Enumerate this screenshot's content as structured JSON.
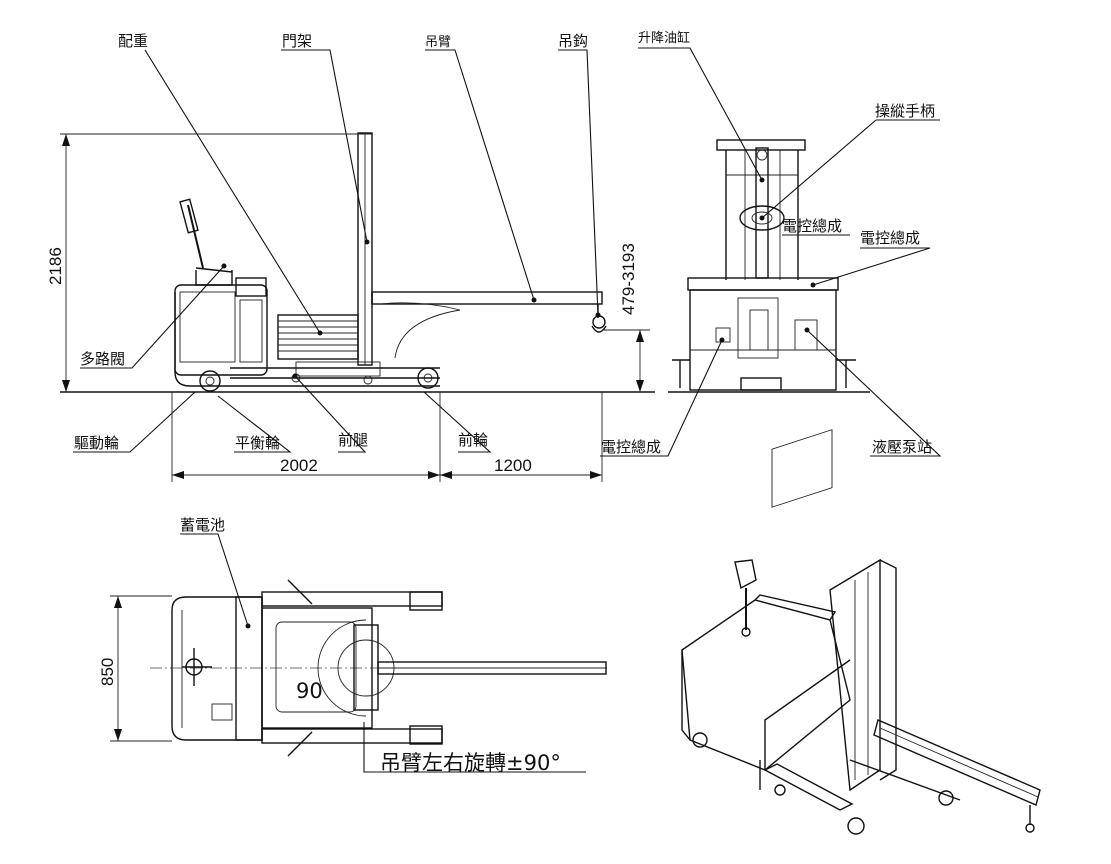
{
  "labels": {
    "counterweight": "配重",
    "mast": "門架",
    "boom": "吊臂",
    "hook": "吊鈎",
    "lift_cylinder": "升降油缸",
    "control_handle": "操縱手柄",
    "electric_control_1": "電控總成",
    "electric_control_2": "電控總成",
    "electric_control_3": "電控總成",
    "multi_valve": "多路閥",
    "drive_wheel": "驅動輪",
    "balance_wheel": "平衡輪",
    "front_leg": "前腿",
    "front_wheel": "前輪",
    "hydraulic_pump": "液壓泵站",
    "battery": "蓄電池",
    "boom_rotation": "吊臂左右旋轉±90°"
  },
  "dimensions": {
    "height": "2186",
    "hook_range": "479-3193",
    "length_body": "2002",
    "length_boom": "1200",
    "width": "850",
    "angle": "90"
  }
}
